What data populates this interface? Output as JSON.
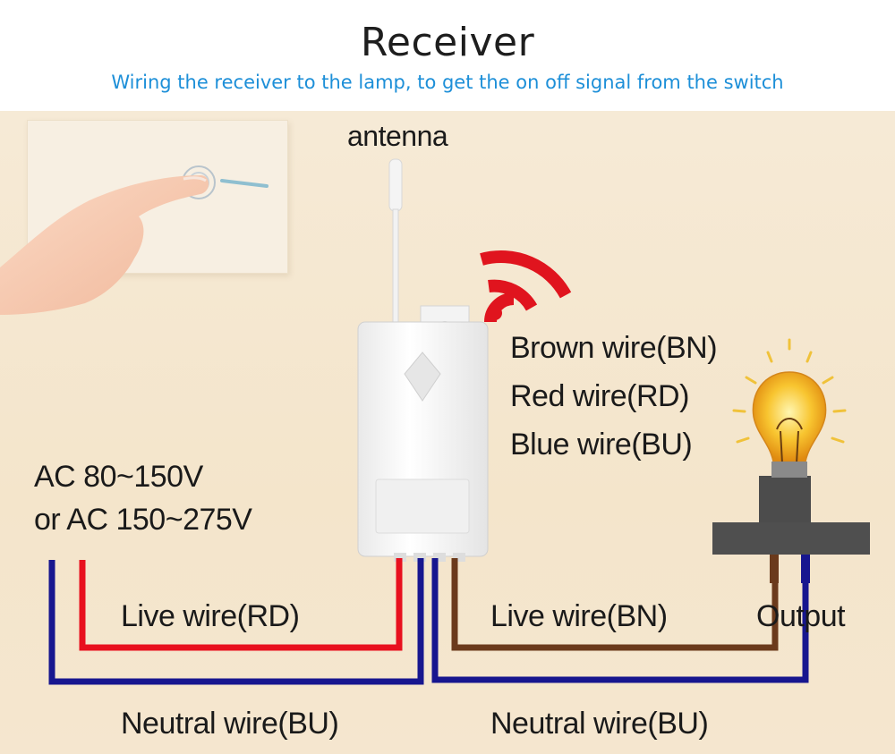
{
  "header": {
    "title": "Receiver",
    "subtitle": "Wiring the receiver to the lamp, to get the on off signal from the switch"
  },
  "labels": {
    "antenna": "antenna",
    "brown_wire": "Brown wire(BN)",
    "red_wire": "Red wire(RD)",
    "blue_wire": "Blue wire(BU)",
    "ac_line1": "AC 80~150V",
    "ac_line2": "or AC 150~275V",
    "live_left": "Live wire(RD)",
    "live_right": "Live wire(BN)",
    "output": "Output",
    "neutral_left": "Neutral wire(BU)",
    "neutral_right": "Neutral wire(BU)"
  },
  "colors": {
    "red_wire": "#e8101e",
    "blue_wire": "#17168f",
    "brown_wire": "#6b3a1c",
    "signal": "#e0141e",
    "subtitle": "#1d8fd8"
  },
  "icons": [
    "hand-pressing-switch-icon",
    "wireless-signal-icon",
    "light-bulb-icon",
    "lamp-socket-icon",
    "receiver-box-icon",
    "antenna-icon"
  ]
}
